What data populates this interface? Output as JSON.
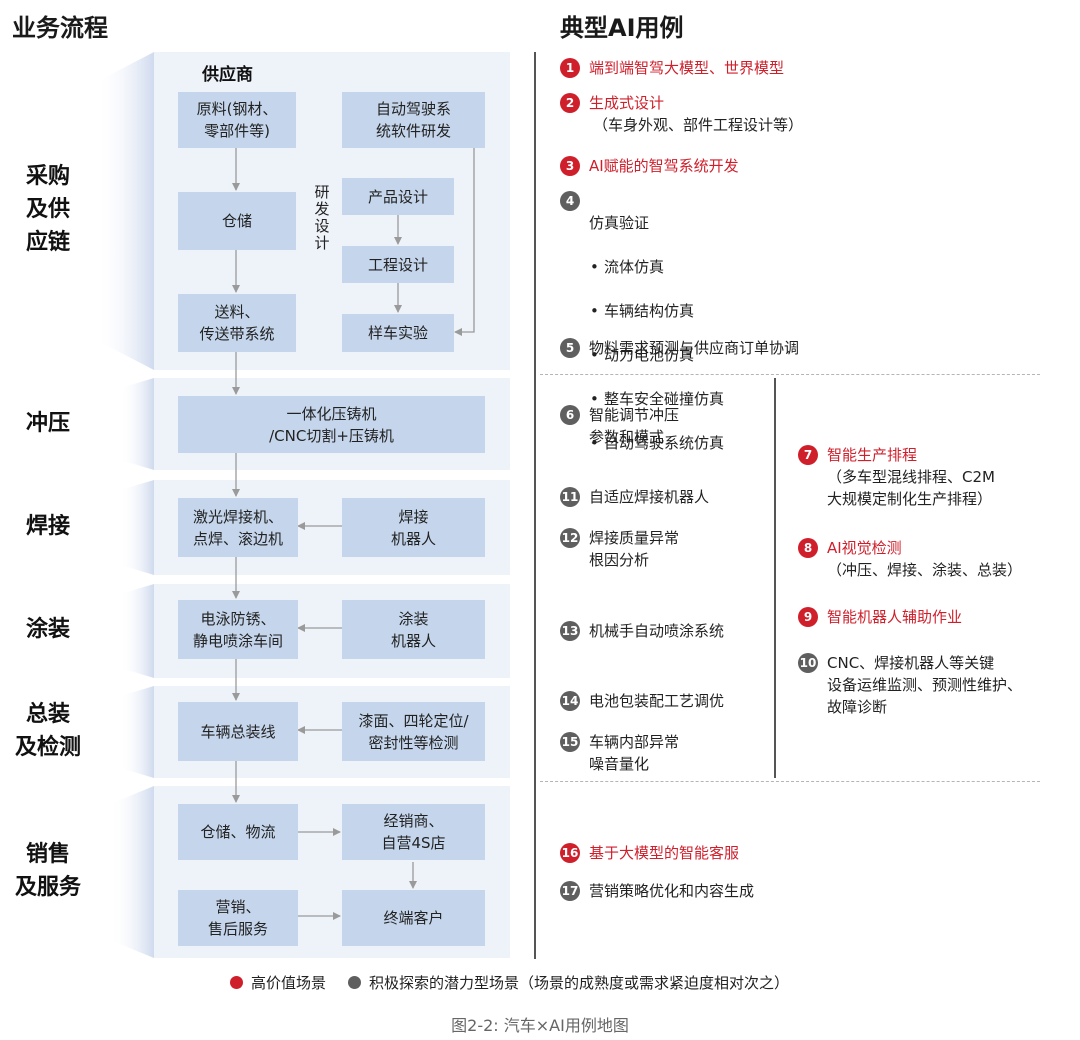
{
  "headers": {
    "left": "业务流程",
    "right": "典型AI用例"
  },
  "stages": {
    "procurement": "采购\n及供\n应链",
    "stamping": "冲压",
    "welding": "焊接",
    "painting": "涂装",
    "assembly": "总装\n及检测",
    "sales": "销售\n及服务"
  },
  "supplier_label": "供应商",
  "rd_label": "研\n发\n设\n计",
  "boxes": {
    "raw_material": "原料(钢材、\n零部件等)",
    "ad_software": "自动驾驶系\n统软件研发",
    "warehouse": "仓储",
    "product_design": "产品设计",
    "engineering_design": "工程设计",
    "feeding": "送料、\n传送带系统",
    "prototype_test": "样车实验",
    "die_casting": "一体化压铸机\n/CNC切割+压铸机",
    "laser_welding": "激光焊接机、\n点焊、滚边机",
    "welding_robot": "焊接\n机器人",
    "electrophoresis": "电泳防锈、\n静电喷涂车间",
    "painting_robot": "涂装\n机器人",
    "final_assembly": "车辆总装线",
    "inspection": "漆面、四轮定位/\n密封性等检测",
    "logistics": "仓储、物流",
    "dealer": "经销商、\n自营4S店",
    "marketing": "营销、\n售后服务",
    "end_customer": "终端客户"
  },
  "use_cases": {
    "uc1": {
      "num": "1",
      "title": "端到端智驾大模型、世界模型"
    },
    "uc2": {
      "num": "2",
      "title": "生成式设计",
      "sub": "（车身外观、部件工程设计等）"
    },
    "uc3": {
      "num": "3",
      "title": "AI赋能的智驾系统开发"
    },
    "uc4": {
      "num": "4",
      "title": "仿真验证",
      "bullets": [
        "流体仿真",
        "车辆结构仿真",
        "动力电池仿真",
        "整车安全碰撞仿真",
        "自动驾驶系统仿真"
      ]
    },
    "uc5": {
      "num": "5",
      "title": "物料需求预测与供应商订单协调"
    },
    "uc6": {
      "num": "6",
      "title": "智能调节冲压\n参数和模式"
    },
    "uc7": {
      "num": "7",
      "title": "智能生产排程",
      "sub": "（多车型混线排程、C2M\n大规模定制化生产排程）"
    },
    "uc8": {
      "num": "8",
      "title": "AI视觉检测",
      "sub": "（冲压、焊接、涂装、总装）"
    },
    "uc9": {
      "num": "9",
      "title": "智能机器人辅助作业"
    },
    "uc10": {
      "num": "10",
      "title": "CNC、焊接机器人等关键\n设备运维监测、预测性维护、\n故障诊断"
    },
    "uc11": {
      "num": "11",
      "title": "自适应焊接机器人"
    },
    "uc12": {
      "num": "12",
      "title": "焊接质量异常\n根因分析"
    },
    "uc13": {
      "num": "13",
      "title": "机械手自动喷涂系统"
    },
    "uc14": {
      "num": "14",
      "title": "电池包装配工艺调优"
    },
    "uc15": {
      "num": "15",
      "title": "车辆内部异常\n噪音量化"
    },
    "uc16": {
      "num": "16",
      "title": "基于大模型的智能客服"
    },
    "uc17": {
      "num": "17",
      "title": "营销策略优化和内容生成"
    }
  },
  "legend": {
    "high_value": "高价值场景",
    "potential": "积极探索的潜力型场景（场景的成熟度或需求紧迫度相对次之）"
  },
  "caption": "图2-2: 汽车×AI用例地图",
  "colors": {
    "accent_red": "#cf1f2b",
    "gray": "#5f5f5f",
    "box": "#c5d6ec",
    "panel": "#eef2f9"
  }
}
